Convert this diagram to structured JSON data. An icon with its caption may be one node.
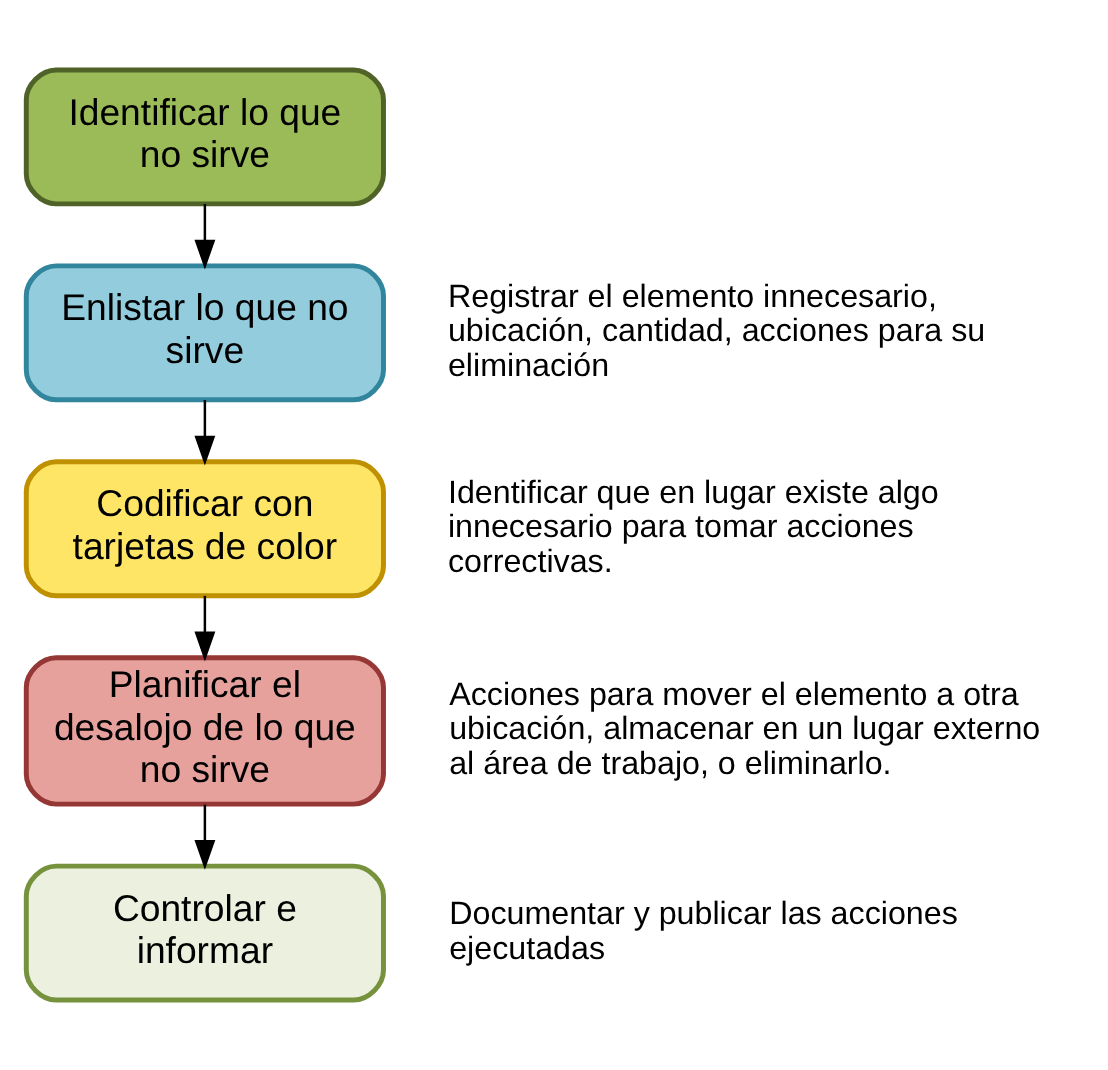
{
  "diagram": {
    "nodes": [
      {
        "text": [
          "Identificar lo que no sirve"
        ]
      },
      {
        "text": [
          "Enlistar lo que no sirve"
        ],
        "beside": [
          "Registrar el elemento innecesario, ubicación, cantidad, acciones para su eliminación"
        ]
      },
      {
        "text": [
          "Codificar con tarjetas de color"
        ],
        "beside": [
          "Identificar que en lugar existe algo innecesario para tomar acciones correctivas."
        ]
      },
      {
        "text": [
          "Planificar el desalojo de lo que no sirve"
        ],
        "beside": [
          "Acciones para mover el elemento a otra ubicación, almacenar en un lugar externo al área de trabajo, o eliminarlo."
        ]
      },
      {
        "text": [
          "Controlar e informar"
        ],
        "beside": [
          "Documentar y publicar las acciones ejecutadas"
        ]
      }
    ],
    "edges": [
      {
        "from": 0,
        "to": 1,
        "arrow": "to"
      },
      {
        "from": 1,
        "to": 2,
        "arrow": "to"
      },
      {
        "from": 2,
        "to": 3,
        "arrow": "to"
      },
      {
        "from": 3,
        "to": 4,
        "arrow": "to"
      }
    ]
  }
}
